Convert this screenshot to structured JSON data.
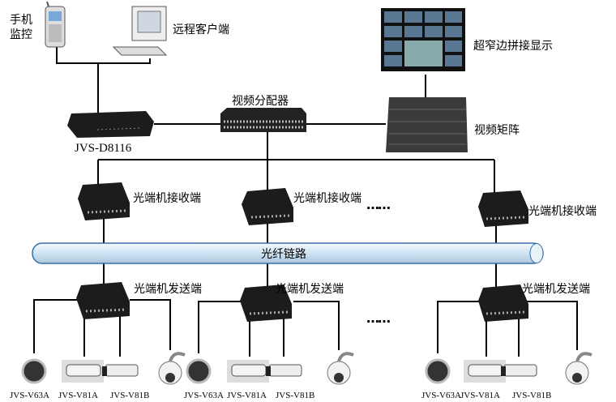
{
  "labels": {
    "mobile_monitor": "手机\n监控",
    "mobile_monitor_line1": "手机",
    "mobile_monitor_line2": "监控",
    "remote_client": "远程客户端",
    "video_wall": "超窄边拼接显示",
    "splitter": "视频分配器",
    "matrix": "视频矩阵",
    "dvr_model": "JVS-D8116",
    "receiver": "光端机接收端",
    "transmitter": "光端机发送端",
    "fiber": "光纤链路",
    "ellipsis": "……"
  },
  "camera_groups": [
    {
      "models": [
        "JVS-V63A",
        "JVS-V81A",
        "JVS-V81B"
      ]
    },
    {
      "models": [
        "JVS-V63A",
        "JVS-V81A",
        "JVS-V81B"
      ]
    },
    {
      "models": [
        "JVS-V63A",
        "JVS-V81A",
        "JVS-V81B"
      ]
    }
  ],
  "colors": {
    "fiber_tube": "#cfe3f2",
    "device": "#1c1c1c",
    "line": "#000000"
  }
}
